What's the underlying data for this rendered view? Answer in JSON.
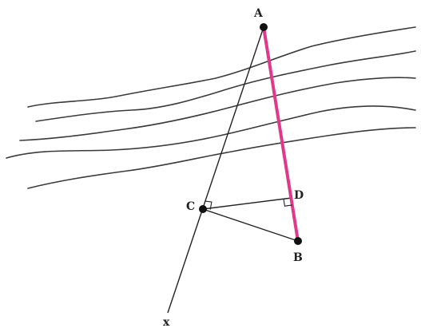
{
  "points": {
    "A": "A",
    "B": "B",
    "C": "C",
    "D": "D",
    "x": "x"
  },
  "colors": {
    "segment_AB": "#e0398a",
    "lines": "#222222",
    "river": "#3a3a3a"
  },
  "figure": {
    "segment_AB_highlighted": true,
    "right_angles": [
      "C",
      "D"
    ]
  }
}
